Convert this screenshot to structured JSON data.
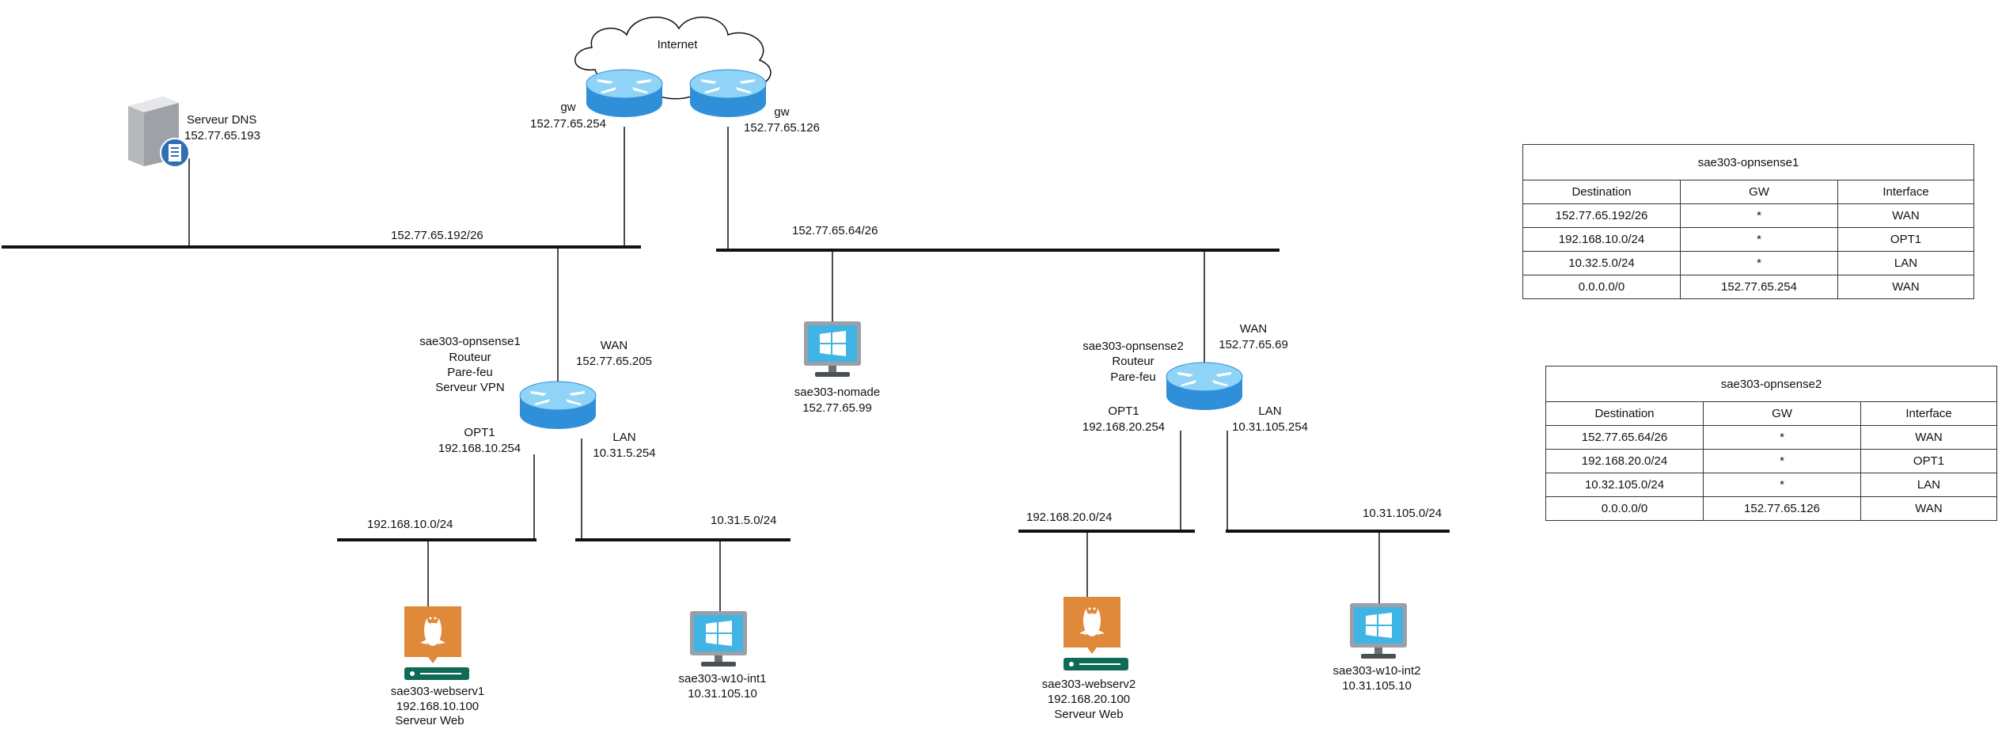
{
  "internet": {
    "label": "Internet"
  },
  "gw1": {
    "name": "gw",
    "ip": "152.77.65.254"
  },
  "gw2": {
    "name": "gw",
    "ip": "152.77.65.126"
  },
  "dns": {
    "name": "Serveur DNS",
    "ip": "152.77.65.193"
  },
  "networks": {
    "wan1": "152.77.65.192/26",
    "wan2": "152.77.65.64/26",
    "opt1_1": "192.168.10.0/24",
    "lan1": "10.31.5.0/24",
    "opt1_2": "192.168.20.0/24",
    "lan2": "10.31.105.0/24"
  },
  "opnsense1": {
    "name": "sae303-opnsense1",
    "roles": [
      "Routeur",
      "Pare-feu",
      "Serveur VPN"
    ],
    "wan_label": "WAN",
    "wan_ip": "152.77.65.205",
    "opt1_label": "OPT1",
    "opt1_ip": "192.168.10.254",
    "lan_label": "LAN",
    "lan_ip": "10.31.5.254"
  },
  "opnsense2": {
    "name": "sae303-opnsense2",
    "roles": [
      "Routeur",
      "Pare-feu"
    ],
    "wan_label": "WAN",
    "wan_ip": "152.77.65.69",
    "opt1_label": "OPT1",
    "opt1_ip": "192.168.20.254",
    "lan_label": "LAN",
    "lan_ip": "10.31.105.254"
  },
  "nomade": {
    "name": "sae303-nomade",
    "ip": "152.77.65.99"
  },
  "webserv1": {
    "name": "sae303-webserv1",
    "ip": "192.168.10.100",
    "role": "Serveur Web"
  },
  "w10int1": {
    "name": "sae303-w10-int1",
    "ip": "10.31.105.10"
  },
  "webserv2": {
    "name": "sae303-webserv2",
    "ip": "192.168.20.100",
    "role": "Serveur Web"
  },
  "w10int2": {
    "name": "sae303-w10-int2",
    "ip": "10.31.105.10"
  },
  "table1": {
    "title": "sae303-opnsense1",
    "headers": [
      "Destination",
      "GW",
      "Interface"
    ],
    "rows": [
      [
        "152.77.65.192/26",
        "*",
        "WAN"
      ],
      [
        "192.168.10.0/24",
        "*",
        "OPT1"
      ],
      [
        "10.32.5.0/24",
        "*",
        "LAN"
      ],
      [
        "0.0.0.0/0",
        "152.77.65.254",
        "WAN"
      ]
    ]
  },
  "table2": {
    "title": "sae303-opnsense2",
    "headers": [
      "Destination",
      "GW",
      "Interface"
    ],
    "rows": [
      [
        "152.77.65.64/26",
        "*",
        "WAN"
      ],
      [
        "192.168.20.0/24",
        "*",
        "OPT1"
      ],
      [
        "10.32.105.0/24",
        "*",
        "LAN"
      ],
      [
        "0.0.0.0/0",
        "152.77.65.126",
        "WAN"
      ]
    ]
  },
  "colors": {
    "router_top": "#8fd3f7",
    "router_side": "#2f8fd8",
    "windows_screen": "#41b4e6",
    "linux_orange": "#e0893a",
    "server_green": "#0e6b58"
  }
}
